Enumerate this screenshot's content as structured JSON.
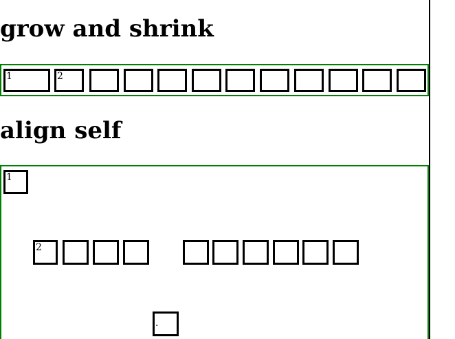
{
  "sections": {
    "grow_heading": "grow and shrink",
    "align_heading": "align self"
  },
  "grow_items": [
    {
      "label": "1"
    },
    {
      "label": "2"
    },
    {
      "label": ""
    },
    {
      "label": ""
    },
    {
      "label": ""
    },
    {
      "label": ""
    },
    {
      "label": ""
    },
    {
      "label": ""
    },
    {
      "label": ""
    },
    {
      "label": ""
    },
    {
      "label": ""
    },
    {
      "label": ""
    }
  ],
  "align_items": [
    {
      "label": "1"
    },
    {
      "label": "2"
    },
    {
      "label": ""
    },
    {
      "label": ""
    },
    {
      "label": ""
    },
    {
      "label": ""
    },
    {
      "label": ""
    },
    {
      "label": ""
    },
    {
      "label": ""
    },
    {
      "label": ""
    },
    {
      "label": ""
    },
    {
      "label": "."
    }
  ],
  "colors": {
    "container_border": "#008000",
    "item_border": "#000000"
  }
}
